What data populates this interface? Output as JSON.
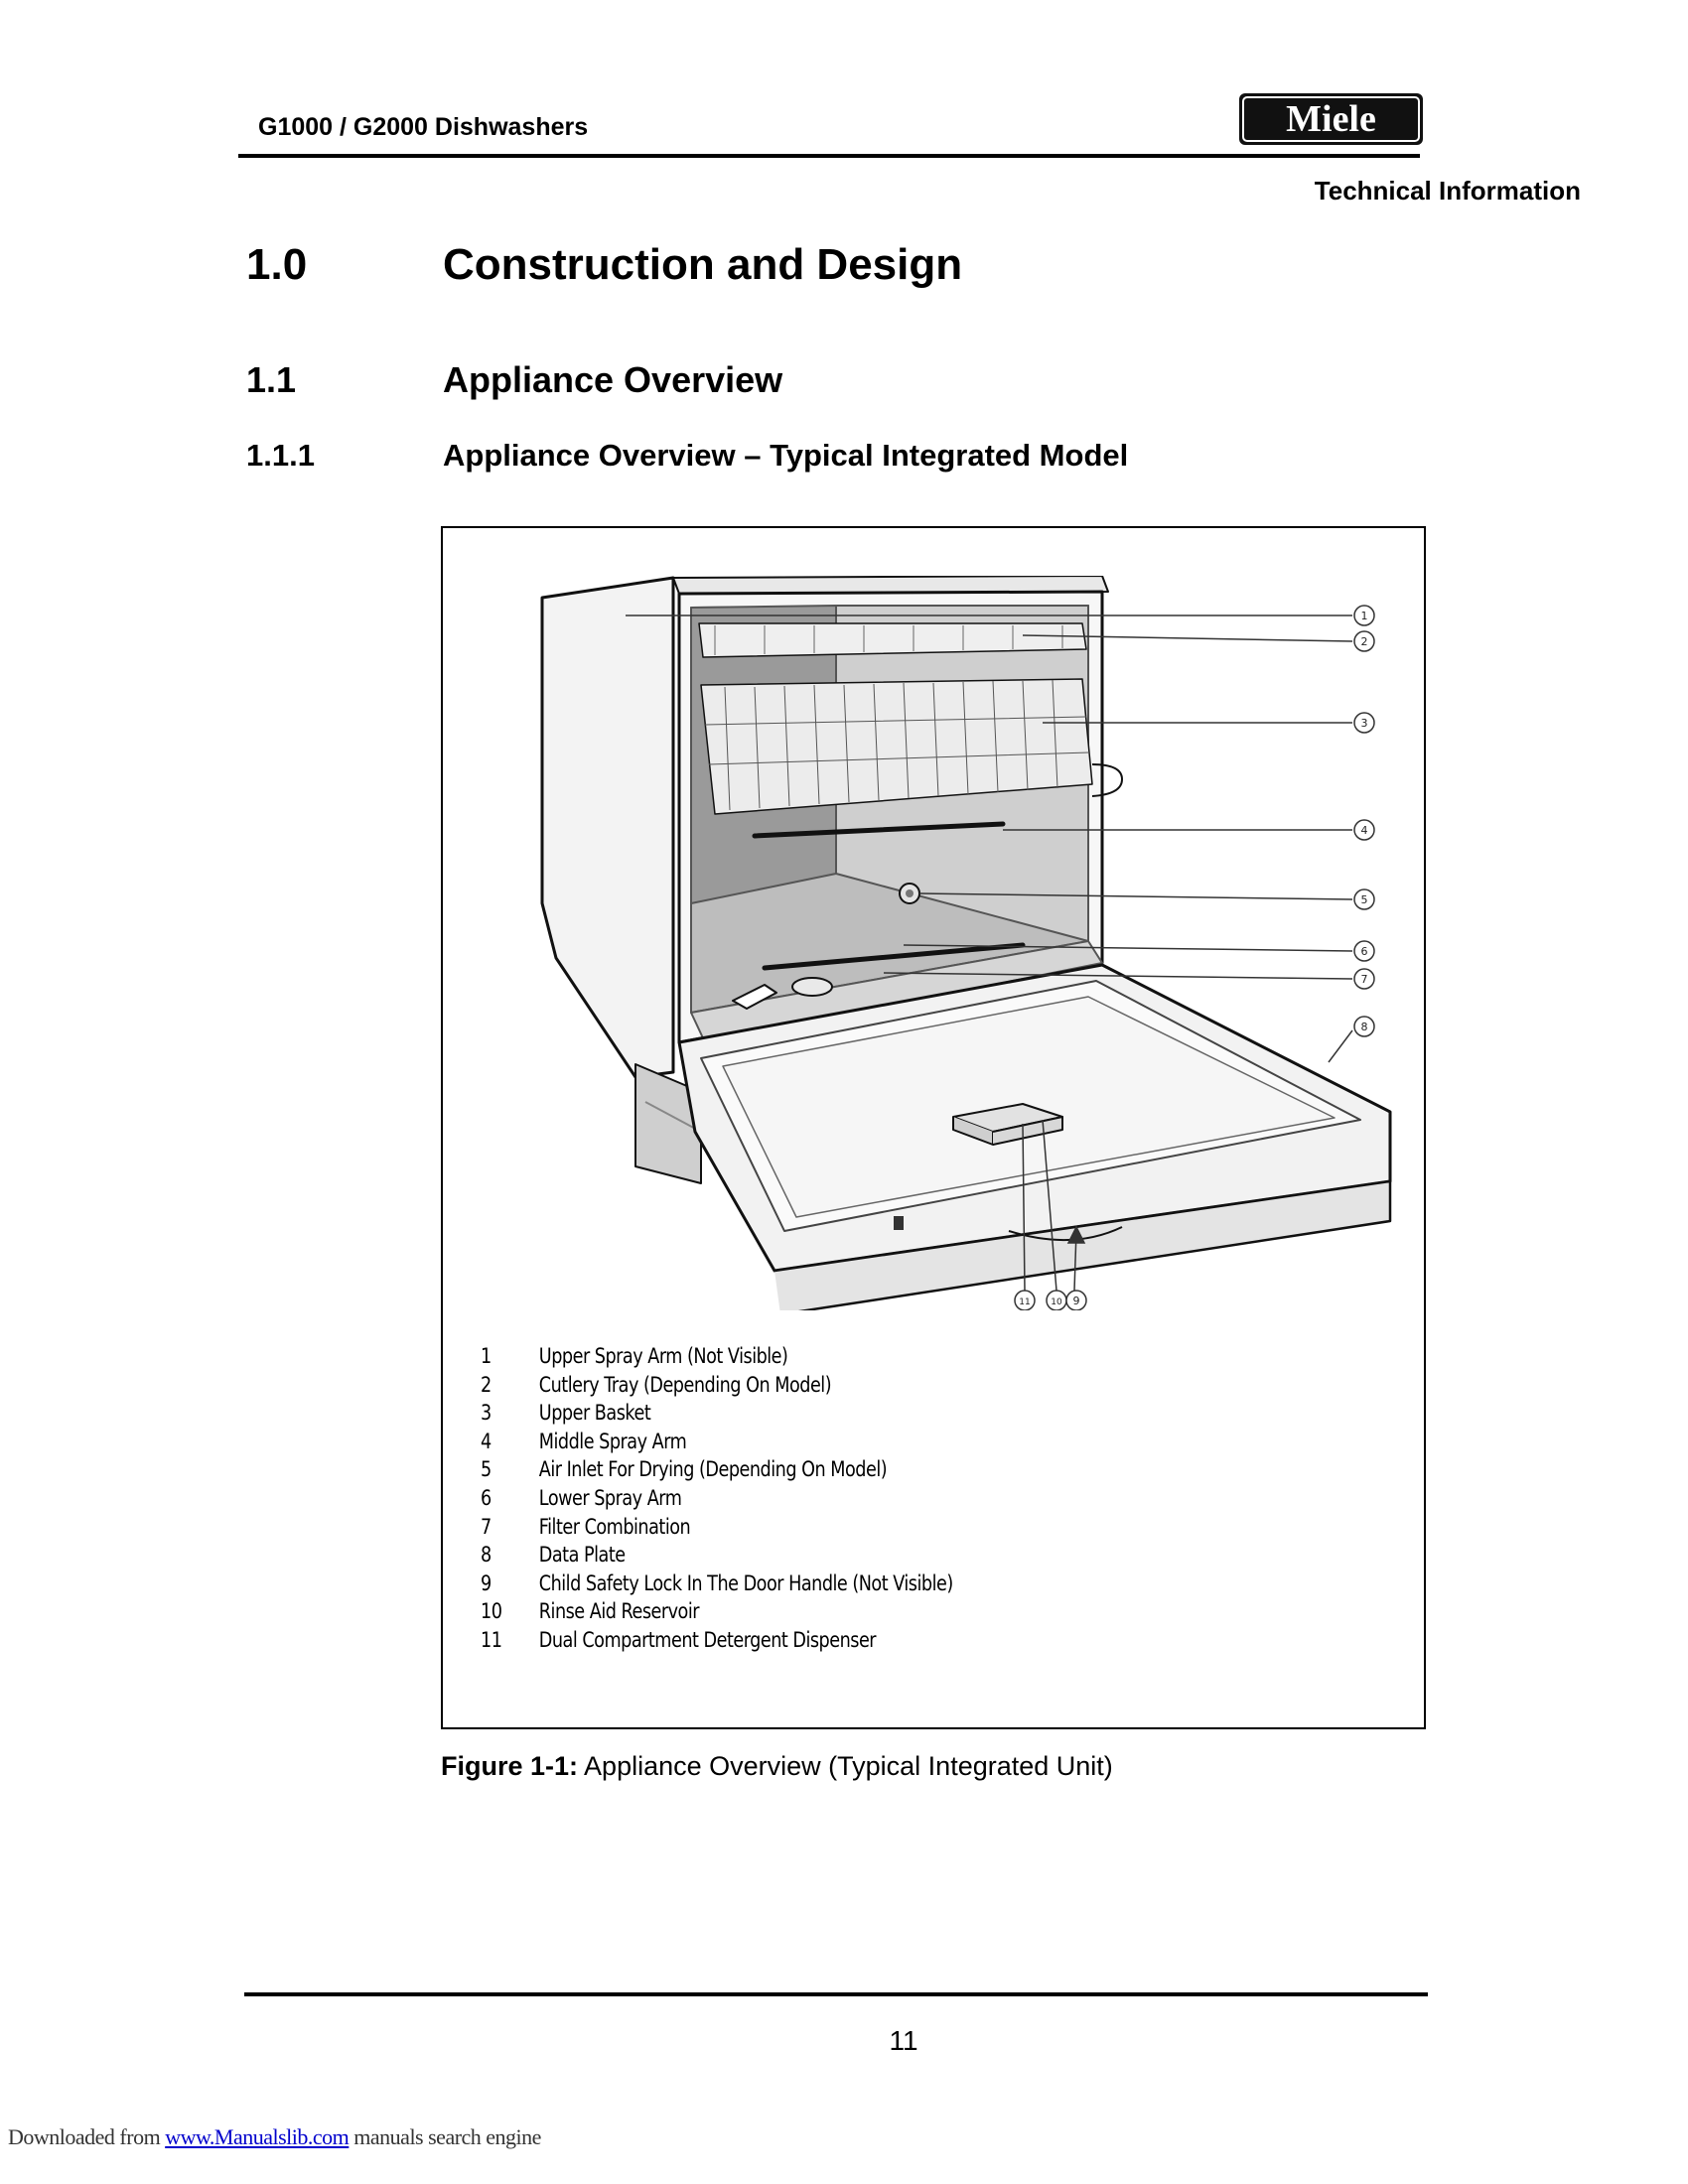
{
  "header": {
    "doc_title": "G1000 / G2000 Dishwashers",
    "logo_text": "Miele",
    "section_label": "Technical Information"
  },
  "headings": {
    "h1": {
      "number": "1.0",
      "text": "Construction and Design"
    },
    "h2": {
      "number": "1.1",
      "text": "Appliance Overview"
    },
    "h3": {
      "number": "1.1.1",
      "text": "Appliance Overview – Typical Integrated Model"
    }
  },
  "figure": {
    "callouts": [
      "1",
      "2",
      "3",
      "4",
      "5",
      "6",
      "7",
      "8",
      "11",
      "10",
      "9"
    ],
    "legend": [
      {
        "n": "1",
        "label": "Upper Spray Arm (Not Visible)"
      },
      {
        "n": "2",
        "label": "Cutlery Tray (Depending On Model)"
      },
      {
        "n": "3",
        "label": "Upper Basket"
      },
      {
        "n": "4",
        "label": "Middle Spray Arm"
      },
      {
        "n": "5",
        "label": "Air Inlet For Drying (Depending On Model)"
      },
      {
        "n": "6",
        "label": "Lower Spray Arm"
      },
      {
        "n": "7",
        "label": "Filter Combination"
      },
      {
        "n": "8",
        "label": "Data Plate"
      },
      {
        "n": "9",
        "label": "Child Safety Lock In The Door Handle (Not Visible)"
      },
      {
        "n": "10",
        "label": "Rinse Aid Reservoir"
      },
      {
        "n": "11",
        "label": "Dual Compartment Detergent Dispenser"
      }
    ],
    "caption_label": "Figure 1-1:",
    "caption_text": " Appliance Overview (Typical Integrated Unit)"
  },
  "footer": {
    "page_number": "11",
    "download_prefix": "Downloaded from ",
    "download_link": "www.Manualslib.com",
    "download_suffix": "  manuals search engine"
  }
}
